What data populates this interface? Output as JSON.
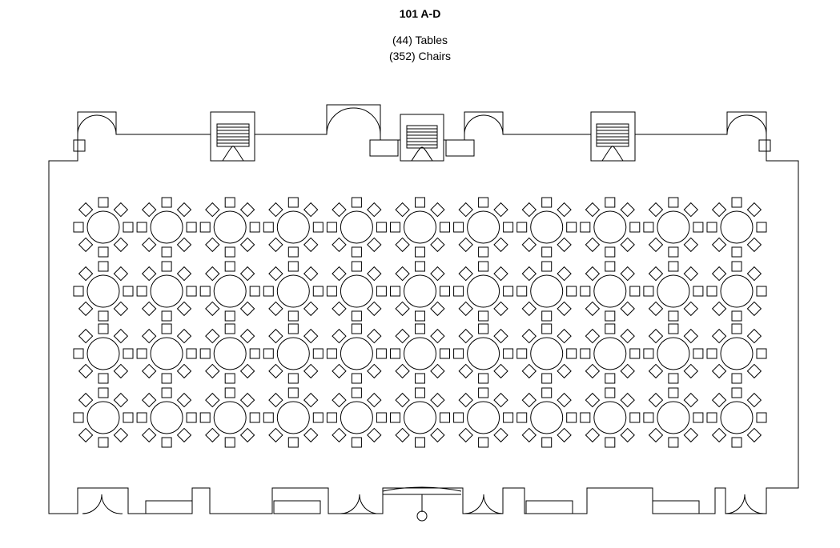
{
  "header": {
    "room": "101 A-D",
    "tables": "(44) Tables",
    "chairs": "(352) Chairs"
  },
  "layout": {
    "rows": 4,
    "columns": 11,
    "chairs_per_table": 8
  },
  "colors": {
    "line": "#000000",
    "background": "#ffffff"
  }
}
